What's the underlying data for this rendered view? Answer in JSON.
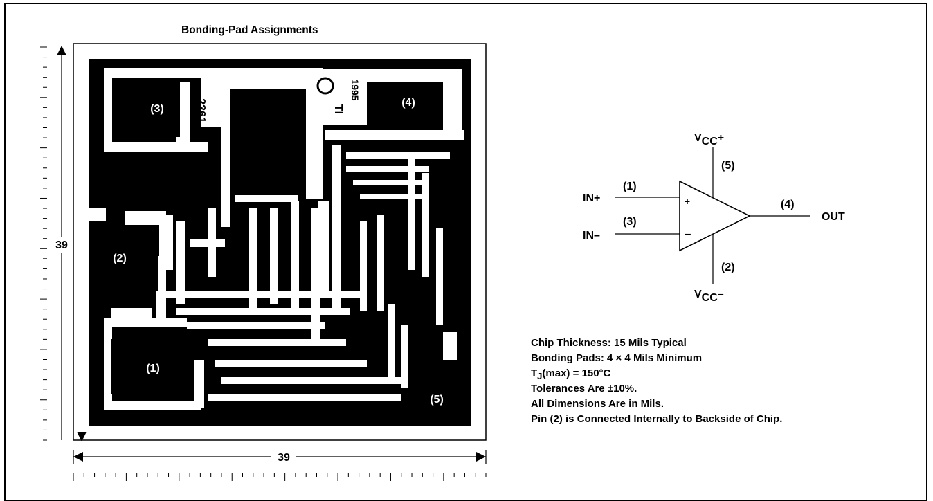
{
  "title": "Bonding-Pad Assignments",
  "die": {
    "width_label": "39",
    "height_label": "39",
    "pads": [
      "(1)",
      "(2)",
      "(3)",
      "(4)",
      "(5)"
    ],
    "marking_a": "2361",
    "marking_b": "1995",
    "marking_c": "TI",
    "logo_text": "Tı"
  },
  "schematic": {
    "vcc_plus_main": "V",
    "vcc_plus_sub": "CC",
    "vcc_plus_suffix": "+",
    "vcc_minus_main": "V",
    "vcc_minus_sub": "CC",
    "vcc_minus_suffix": "–",
    "pin_vcc_plus": "(5)",
    "pin_in_plus": "(1)",
    "pin_in_minus": "(3)",
    "pin_out": "(4)",
    "pin_vcc_minus": "(2)",
    "in_plus": "IN+",
    "in_minus": "IN–",
    "out": "OUT",
    "plus_sign": "+",
    "minus_sign": "–"
  },
  "notes": [
    "Chip Thickness: 15 Mils Typical",
    "Bonding Pads: 4 × 4 Mils Minimum",
    "T",
    "J",
    "(max) = 150°C",
    "Tolerances Are ±10%.",
    "All Dimensions Are in Mils.",
    "Pin (2) is Connected Internally to Backside of Chip."
  ]
}
